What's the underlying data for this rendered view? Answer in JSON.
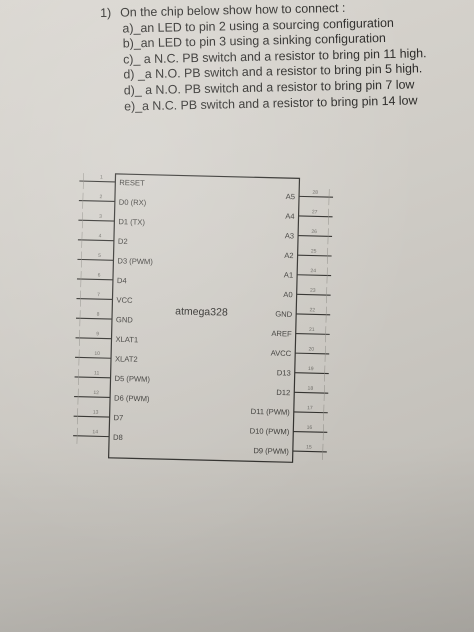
{
  "question": {
    "number": "1)",
    "intro": "On the chip below show how to connect :",
    "items": [
      "a)_an LED to pin 2 using a sourcing configuration",
      "b)_an LED to pin 3 using a sinking configuration",
      "c)_ a N.C. PB switch and a resistor to bring pin 11 high.",
      "d) _a N.O. PB switch and a resistor to bring pin 5 high.",
      "d)_ a N.O. PB switch and a resistor to bring pin 7 low",
      "e)_a N.C. PB switch and a resistor to bring pin 14 low"
    ]
  },
  "chip": {
    "name": "atmega328",
    "left_pins": [
      {
        "num": "1",
        "label": "RESET"
      },
      {
        "num": "2",
        "label": "D0 (RX)"
      },
      {
        "num": "3",
        "label": "D1 (TX)"
      },
      {
        "num": "4",
        "label": "D2"
      },
      {
        "num": "5",
        "label": "D3 (PWM)"
      },
      {
        "num": "6",
        "label": "D4"
      },
      {
        "num": "7",
        "label": "VCC"
      },
      {
        "num": "8",
        "label": "GND"
      },
      {
        "num": "9",
        "label": "XLAT1"
      },
      {
        "num": "10",
        "label": "XLAT2"
      },
      {
        "num": "11",
        "label": "D5 (PWM)"
      },
      {
        "num": "12",
        "label": "D6 (PWM)"
      },
      {
        "num": "13",
        "label": "D7"
      },
      {
        "num": "14",
        "label": "D8"
      }
    ],
    "right_pins": [
      {
        "num": "28",
        "label": "A5"
      },
      {
        "num": "27",
        "label": "A4"
      },
      {
        "num": "26",
        "label": "A3"
      },
      {
        "num": "25",
        "label": "A2"
      },
      {
        "num": "24",
        "label": "A1"
      },
      {
        "num": "23",
        "label": "A0"
      },
      {
        "num": "22",
        "label": "GND"
      },
      {
        "num": "21",
        "label": "AREF"
      },
      {
        "num": "20",
        "label": "AVCC"
      },
      {
        "num": "19",
        "label": "D13"
      },
      {
        "num": "18",
        "label": "D12"
      },
      {
        "num": "17",
        "label": "D11 (PWM)"
      },
      {
        "num": "16",
        "label": "D10 (PWM)"
      },
      {
        "num": "15",
        "label": "D9 (PWM)"
      }
    ]
  }
}
